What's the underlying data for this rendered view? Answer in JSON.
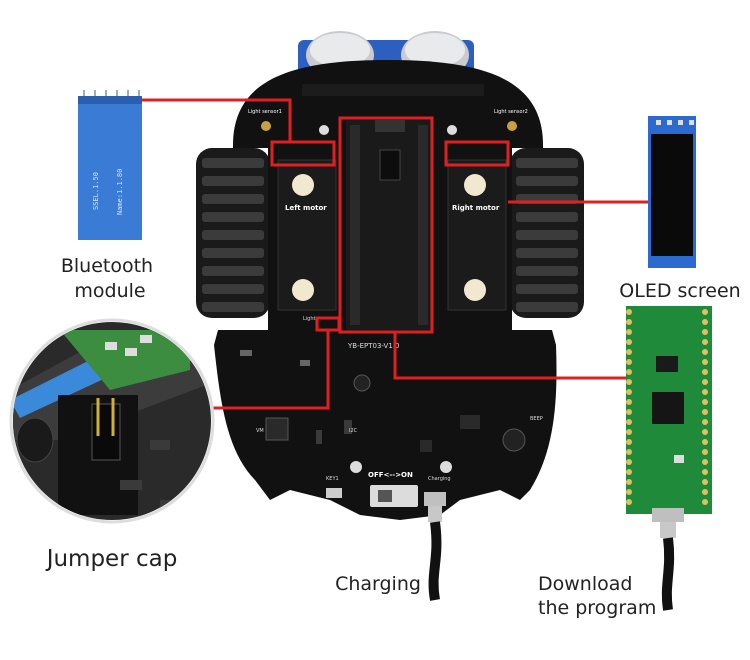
{
  "callouts": {
    "bluetooth": "Bluetooth\nmodule",
    "oled": "OLED screen",
    "jumper": "Jumper cap",
    "charging": "Charging",
    "download": "Download\nthe program"
  },
  "board": {
    "left_motor": "Left motor",
    "right_motor": "Right motor",
    "light_sensor_left": "Light sensor1",
    "light_sensor_right": "Light sensor2",
    "switch": "OFF<-->ON",
    "charging_port": "Charging",
    "key": "KEY1",
    "light": "Light",
    "model": "YB-EPT03-V1.0",
    "buzzer": "BEEP",
    "i2c": "I2C",
    "vm": "VM"
  },
  "modules": {
    "bluetooth_text1": "SSEL.1.50",
    "bluetooth_text2": "Name:1.1.80"
  },
  "colors": {
    "highlight": "#e02020",
    "pcb": "#111111",
    "module_blue": "#3a7bd5",
    "pico_green": "#1e8a3a"
  }
}
